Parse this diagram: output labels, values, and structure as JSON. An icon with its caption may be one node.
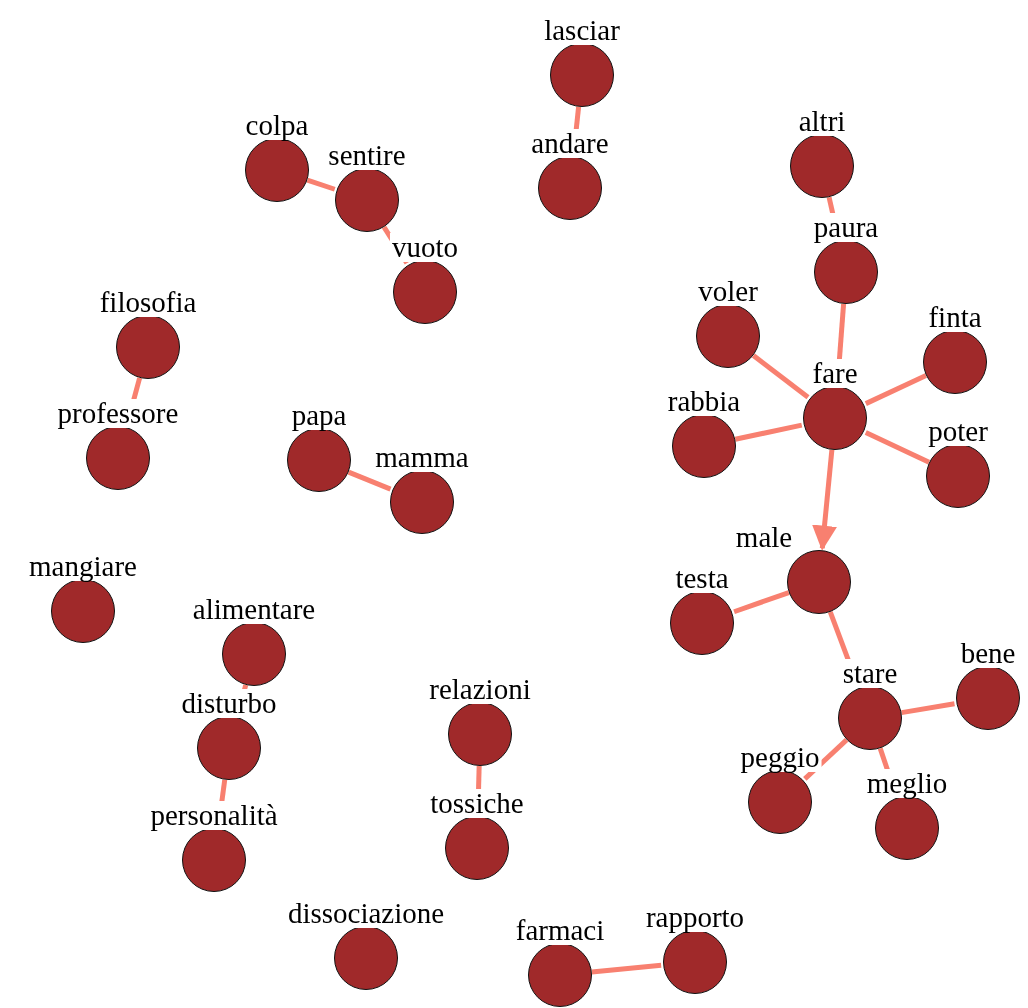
{
  "diagram": {
    "nodes": [
      {
        "text": [
          "lasciar"
        ]
      },
      {
        "text": [
          "andare"
        ]
      },
      {
        "text": [
          "colpa"
        ]
      },
      {
        "text": [
          "sentire"
        ]
      },
      {
        "text": [
          "vuoto"
        ]
      },
      {
        "text": [
          "altri"
        ]
      },
      {
        "text": [
          "paura"
        ]
      },
      {
        "text": [
          "filosofia"
        ]
      },
      {
        "text": [
          "professore"
        ]
      },
      {
        "text": [
          "voler"
        ]
      },
      {
        "text": [
          "finta"
        ]
      },
      {
        "text": [
          "fare"
        ]
      },
      {
        "text": [
          "rabbia"
        ]
      },
      {
        "text": [
          "poter"
        ]
      },
      {
        "text": [
          "papa"
        ]
      },
      {
        "text": [
          "mamma"
        ]
      },
      {
        "text": [
          "mangiare"
        ]
      },
      {
        "text": [
          "male"
        ]
      },
      {
        "text": [
          "testa"
        ]
      },
      {
        "text": [
          "alimentare"
        ]
      },
      {
        "text": [
          "stare"
        ]
      },
      {
        "text": [
          "bene"
        ]
      },
      {
        "text": [
          "disturbo"
        ]
      },
      {
        "text": [
          "relazioni"
        ]
      },
      {
        "text": [
          "peggio"
        ]
      },
      {
        "text": [
          "meglio"
        ]
      },
      {
        "text": [
          "personalità"
        ]
      },
      {
        "text": [
          "tossiche"
        ]
      },
      {
        "text": [
          "dissociazione"
        ]
      },
      {
        "text": [
          "rapporto"
        ]
      },
      {
        "text": [
          "farmaci"
        ]
      }
    ],
    "edges": [
      {
        "from": 0,
        "to": 1,
        "arrow": "none"
      },
      {
        "from": 2,
        "to": 3,
        "arrow": "none"
      },
      {
        "from": 3,
        "to": 4,
        "arrow": "none"
      },
      {
        "from": 5,
        "to": 6,
        "arrow": "none"
      },
      {
        "from": 6,
        "to": 11,
        "arrow": "none"
      },
      {
        "from": 9,
        "to": 11,
        "arrow": "none"
      },
      {
        "from": 10,
        "to": 11,
        "arrow": "none"
      },
      {
        "from": 12,
        "to": 11,
        "arrow": "none"
      },
      {
        "from": 13,
        "to": 11,
        "arrow": "none"
      },
      {
        "from": 7,
        "to": 8,
        "arrow": "none"
      },
      {
        "from": 14,
        "to": 15,
        "arrow": "none"
      },
      {
        "from": 11,
        "to": 17,
        "arrow": "to"
      },
      {
        "from": 17,
        "to": 18,
        "arrow": "none"
      },
      {
        "from": 17,
        "to": 20,
        "arrow": "none"
      },
      {
        "from": 20,
        "to": 21,
        "arrow": "none"
      },
      {
        "from": 20,
        "to": 24,
        "arrow": "none"
      },
      {
        "from": 20,
        "to": 25,
        "arrow": "none"
      },
      {
        "from": 19,
        "to": 22,
        "arrow": "none"
      },
      {
        "from": 22,
        "to": 26,
        "arrow": "none"
      },
      {
        "from": 23,
        "to": 27,
        "arrow": "none"
      },
      {
        "from": 30,
        "to": 29,
        "arrow": "none"
      }
    ]
  }
}
